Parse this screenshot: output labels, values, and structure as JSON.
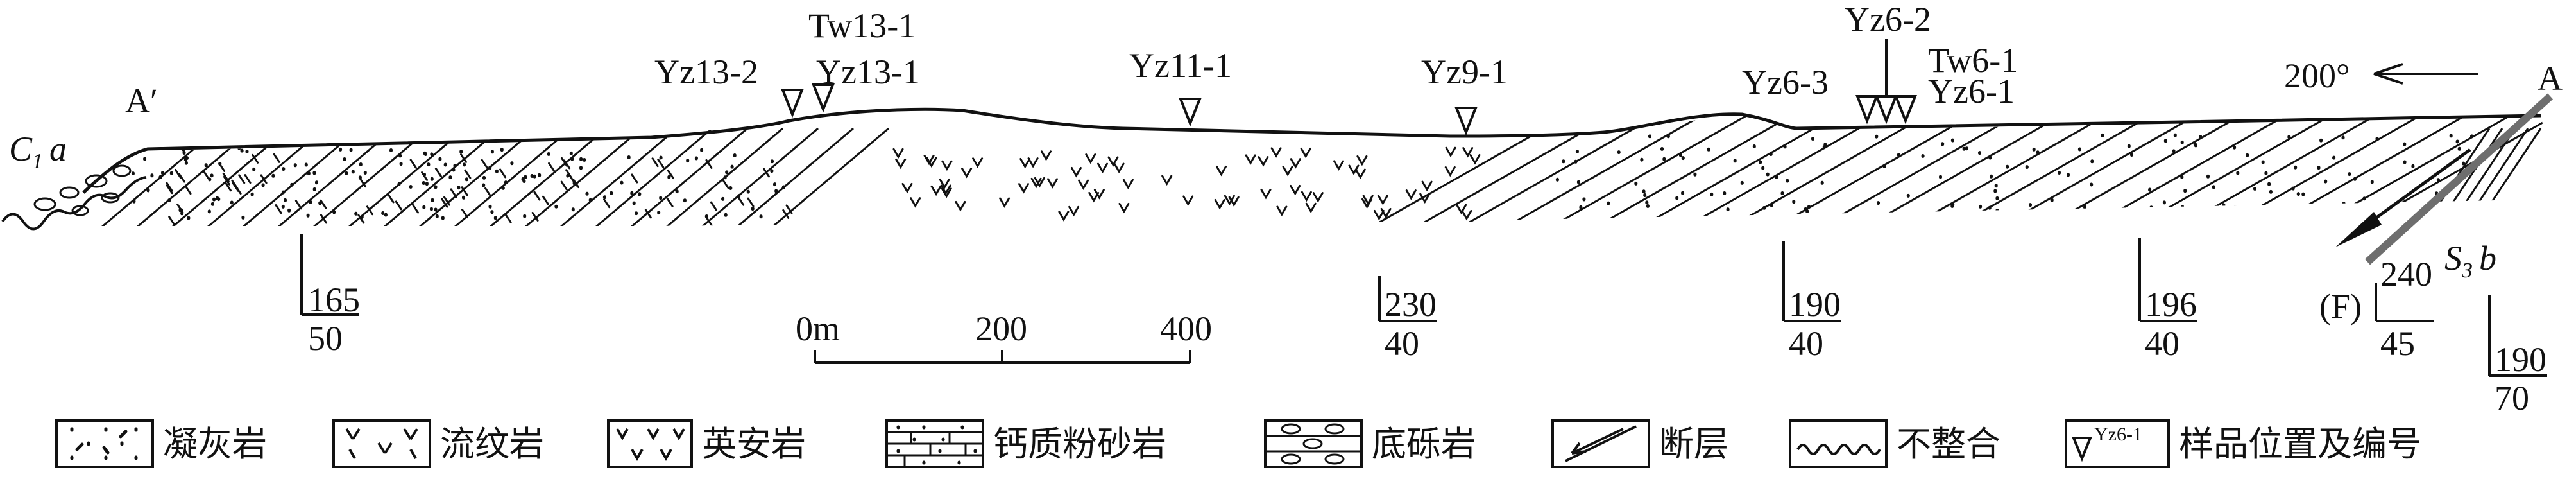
{
  "profile_ends": {
    "left": "A′",
    "right": "A"
  },
  "orientation": {
    "azimuth": "200°"
  },
  "units": {
    "left_unit": {
      "symbol": "C",
      "sub": "1",
      "suffix": "a"
    },
    "right_unit": {
      "symbol": "S",
      "sub": "3",
      "suffix": "b"
    }
  },
  "samples": [
    "Yz13-2",
    "Tw13-1",
    "Yz13-1",
    "Yz11-1",
    "Yz9-1",
    "Yz6-3",
    "Yz6-2",
    "Tw6-1",
    "Yz6-1"
  ],
  "attitudes": [
    {
      "strike": "165",
      "dip": "50"
    },
    {
      "strike": "230",
      "dip": "40"
    },
    {
      "strike": "190",
      "dip": "40"
    },
    {
      "strike": "196",
      "dip": "40"
    },
    {
      "strike": "240",
      "dip": "45",
      "tag": "(F)"
    },
    {
      "strike": "190",
      "dip": "70"
    }
  ],
  "scale_bar": {
    "labels": [
      "0m",
      "200",
      "400"
    ]
  },
  "legend": [
    {
      "label": "凝灰岩",
      "icon": "tuff-pattern-icon"
    },
    {
      "label": "流纹岩",
      "icon": "rhyolite-pattern-icon"
    },
    {
      "label": "英安岩",
      "icon": "dacite-pattern-icon"
    },
    {
      "label": "钙质粉砂岩",
      "icon": "calcareous-siltstone-pattern-icon"
    },
    {
      "label": "底砾岩",
      "icon": "basal-conglomerate-pattern-icon"
    },
    {
      "label": "断层",
      "icon": "fault-icon"
    },
    {
      "label": "不整合",
      "icon": "unconformity-icon"
    },
    {
      "label": "样品位置及编号",
      "icon": "sample-marker-icon",
      "sample": "Yz6-1"
    }
  ]
}
